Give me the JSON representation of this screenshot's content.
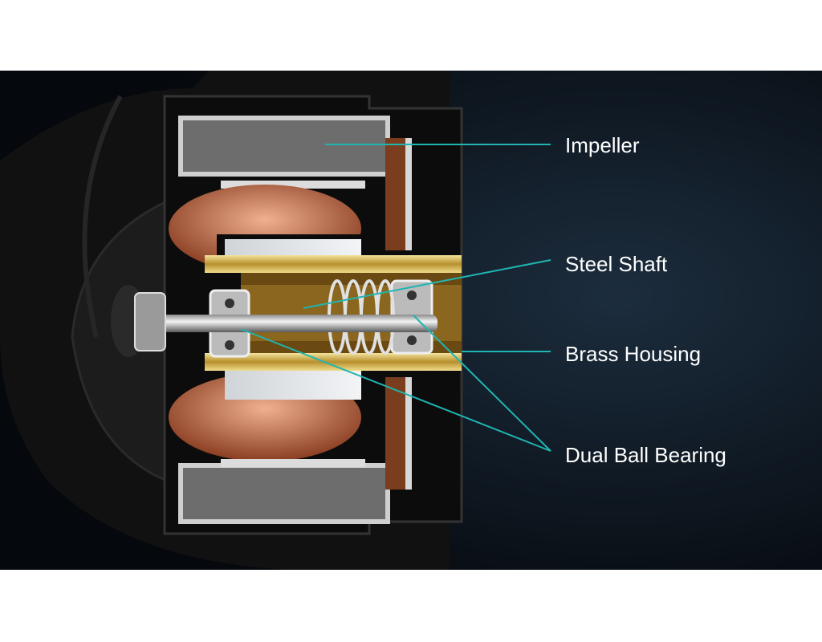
{
  "diagram": {
    "labels": {
      "impeller": "Impeller",
      "steel_shaft": "Steel Shaft",
      "brass_housing": "Brass Housing",
      "dual_ball_bearing": "Dual Ball Bearing"
    },
    "colors": {
      "leader_line": "#1fb5b0",
      "brass": "#e8d27a",
      "copper": "#c8745a",
      "background": "#0a1420"
    }
  }
}
